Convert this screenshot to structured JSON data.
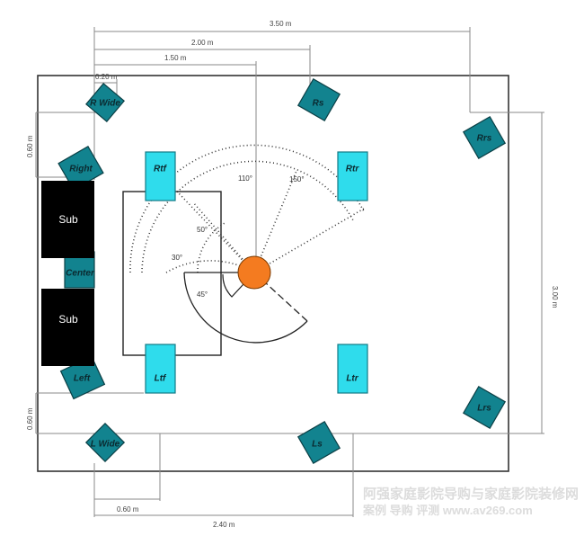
{
  "dimensions": {
    "d350": "3.50 m",
    "d200": "2.00 m",
    "d150": "1.50 m",
    "d020": "0.20 m",
    "d060_top": "0.60 m",
    "d060_left": "0.60 m",
    "d300": "3.00 m",
    "d060_bottom": "0.60 m",
    "d240": "2.40 m"
  },
  "speakers": {
    "r_wide": "R Wide",
    "rs": "Rs",
    "rrs": "Rrs",
    "right": "Right",
    "center": "Center",
    "left": "Left",
    "l_wide": "L Wide",
    "ls": "Ls",
    "lrs": "Lrs",
    "rtf": "Rtf",
    "rtr": "Rtr",
    "ltf": "Ltf",
    "ltr": "Ltr",
    "sub1": "Sub",
    "sub2": "Sub"
  },
  "angles": {
    "a110": "110°",
    "a150": "150°",
    "a50": "50°",
    "a30": "30°",
    "a45": "45°"
  },
  "watermark": {
    "line1": "阿强家庭影院导购与家庭影院装修网",
    "line2": "案例  导购  评测   www.av269.com"
  },
  "colors": {
    "speaker": "#12838f",
    "height_speaker": "#2fdcec",
    "listener": "#f47b20",
    "sub": "#000000"
  }
}
